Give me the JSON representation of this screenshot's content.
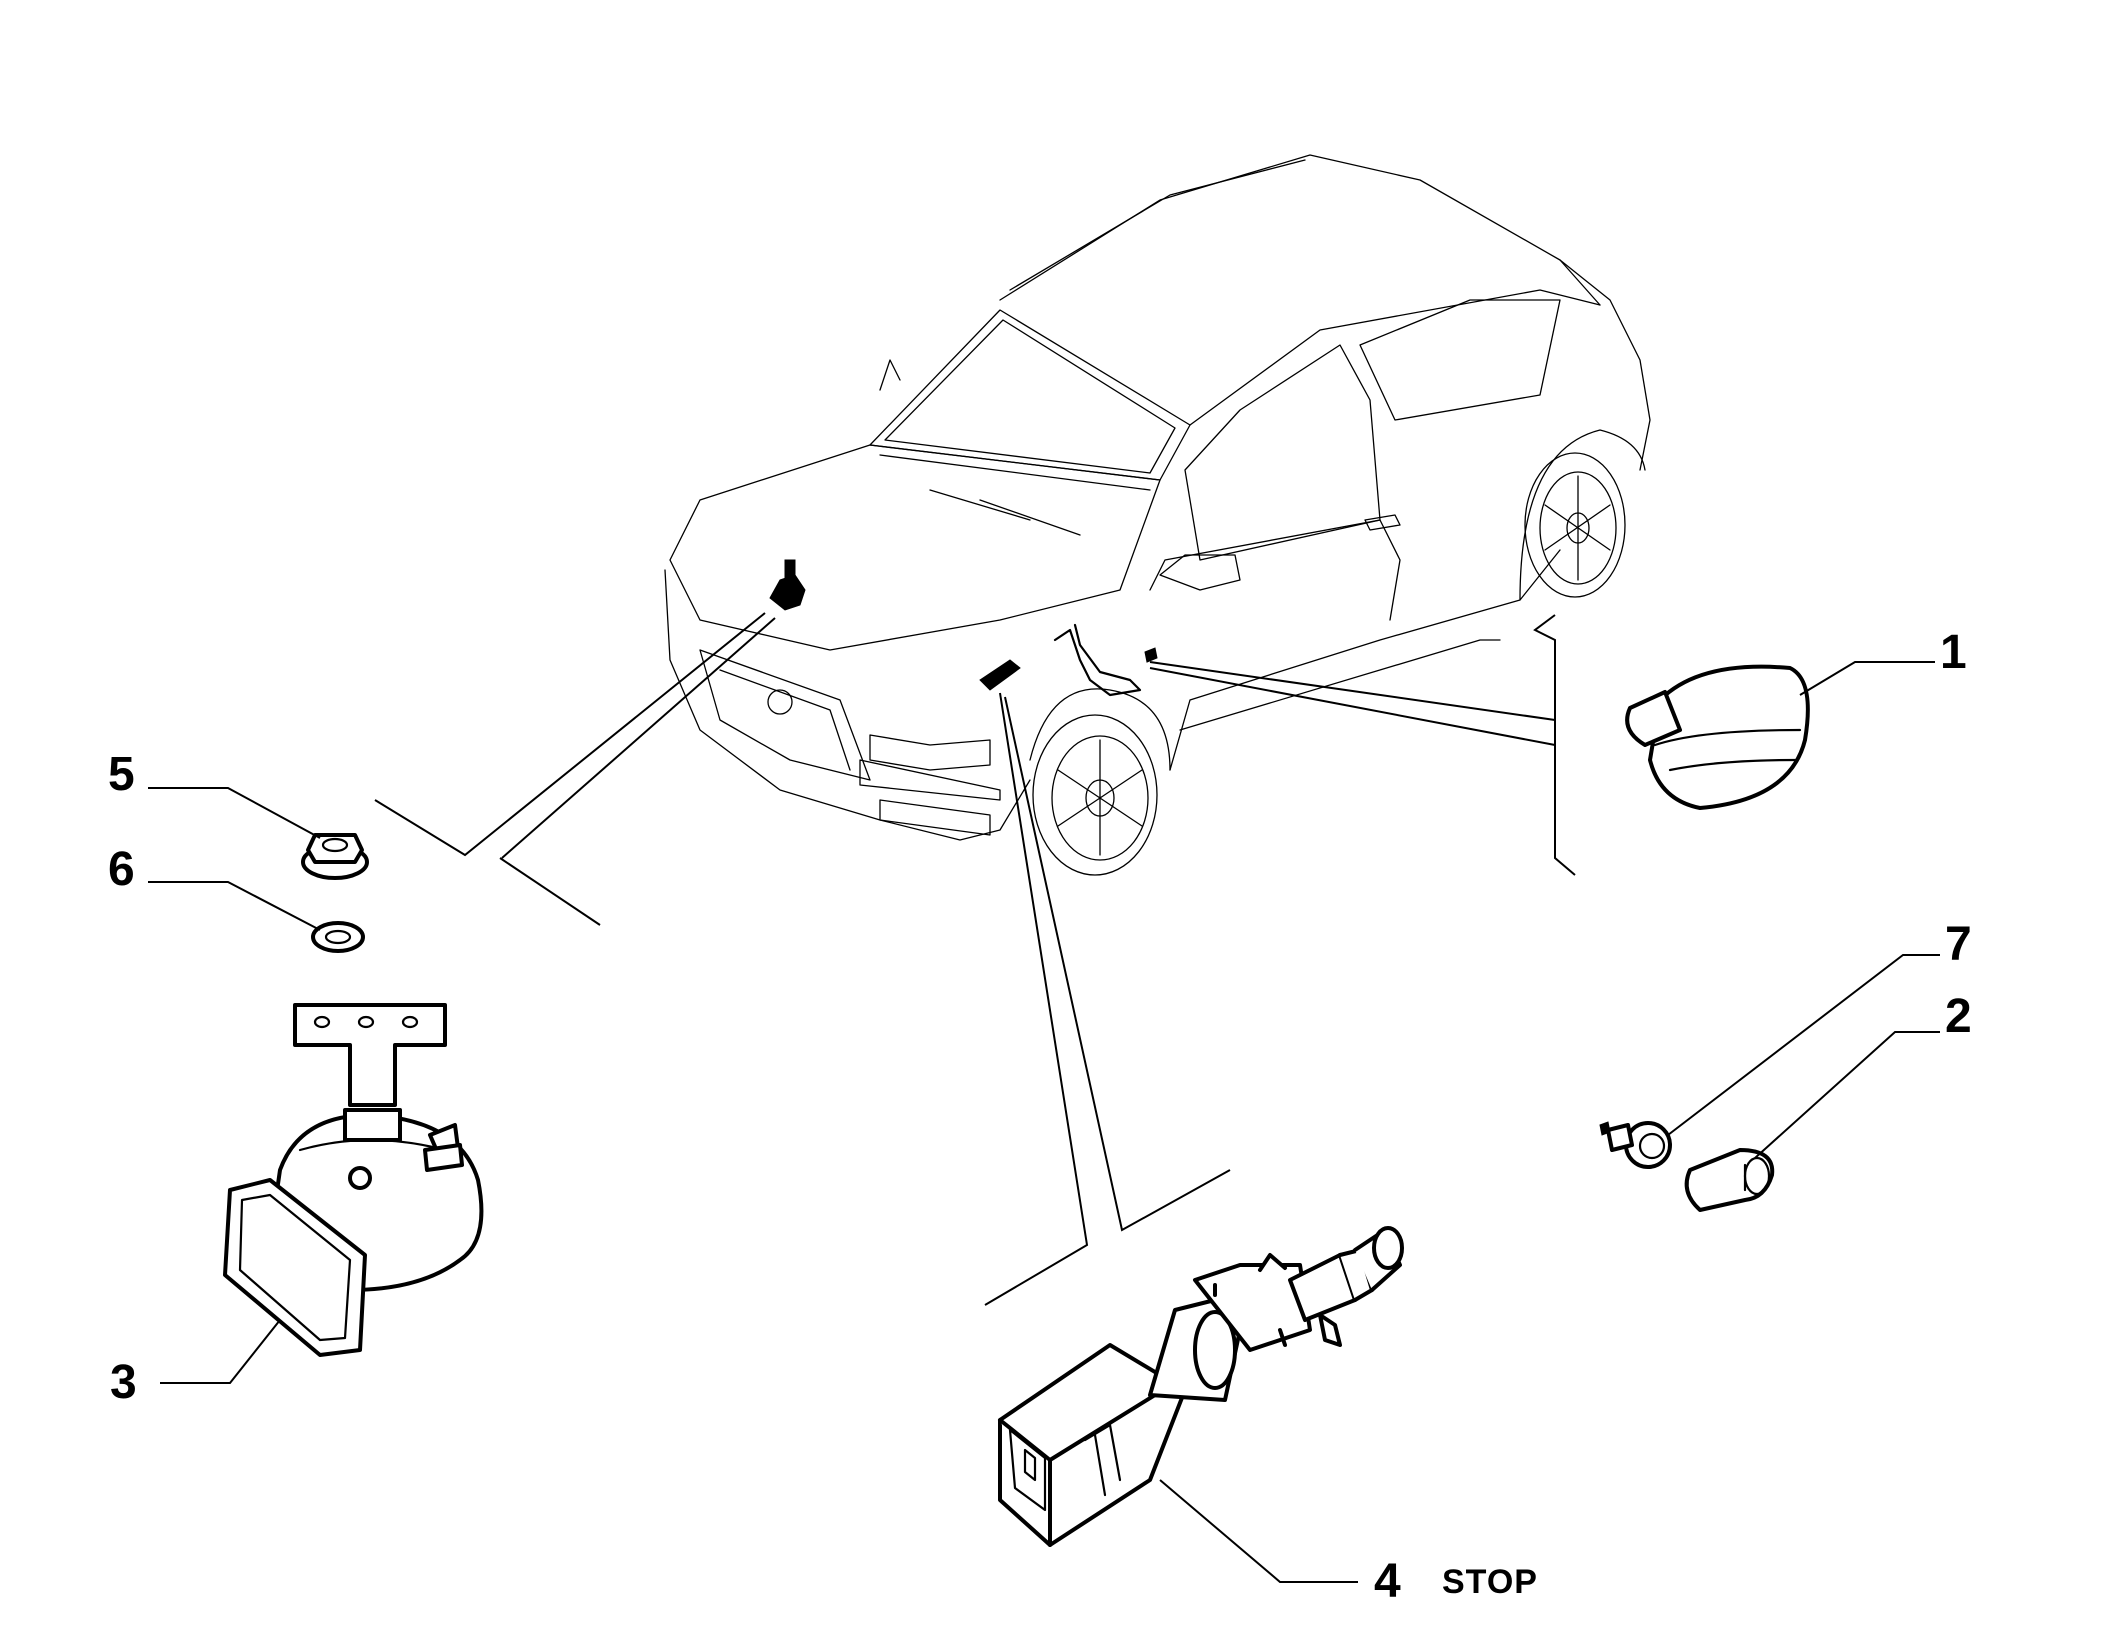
{
  "callouts": [
    {
      "id": "1",
      "label": "1"
    },
    {
      "id": "2",
      "label": "2"
    },
    {
      "id": "3",
      "label": "3"
    },
    {
      "id": "4",
      "label": "4",
      "note": "STOP"
    },
    {
      "id": "5",
      "label": "5"
    },
    {
      "id": "6",
      "label": "6"
    },
    {
      "id": "7",
      "label": "7"
    }
  ]
}
